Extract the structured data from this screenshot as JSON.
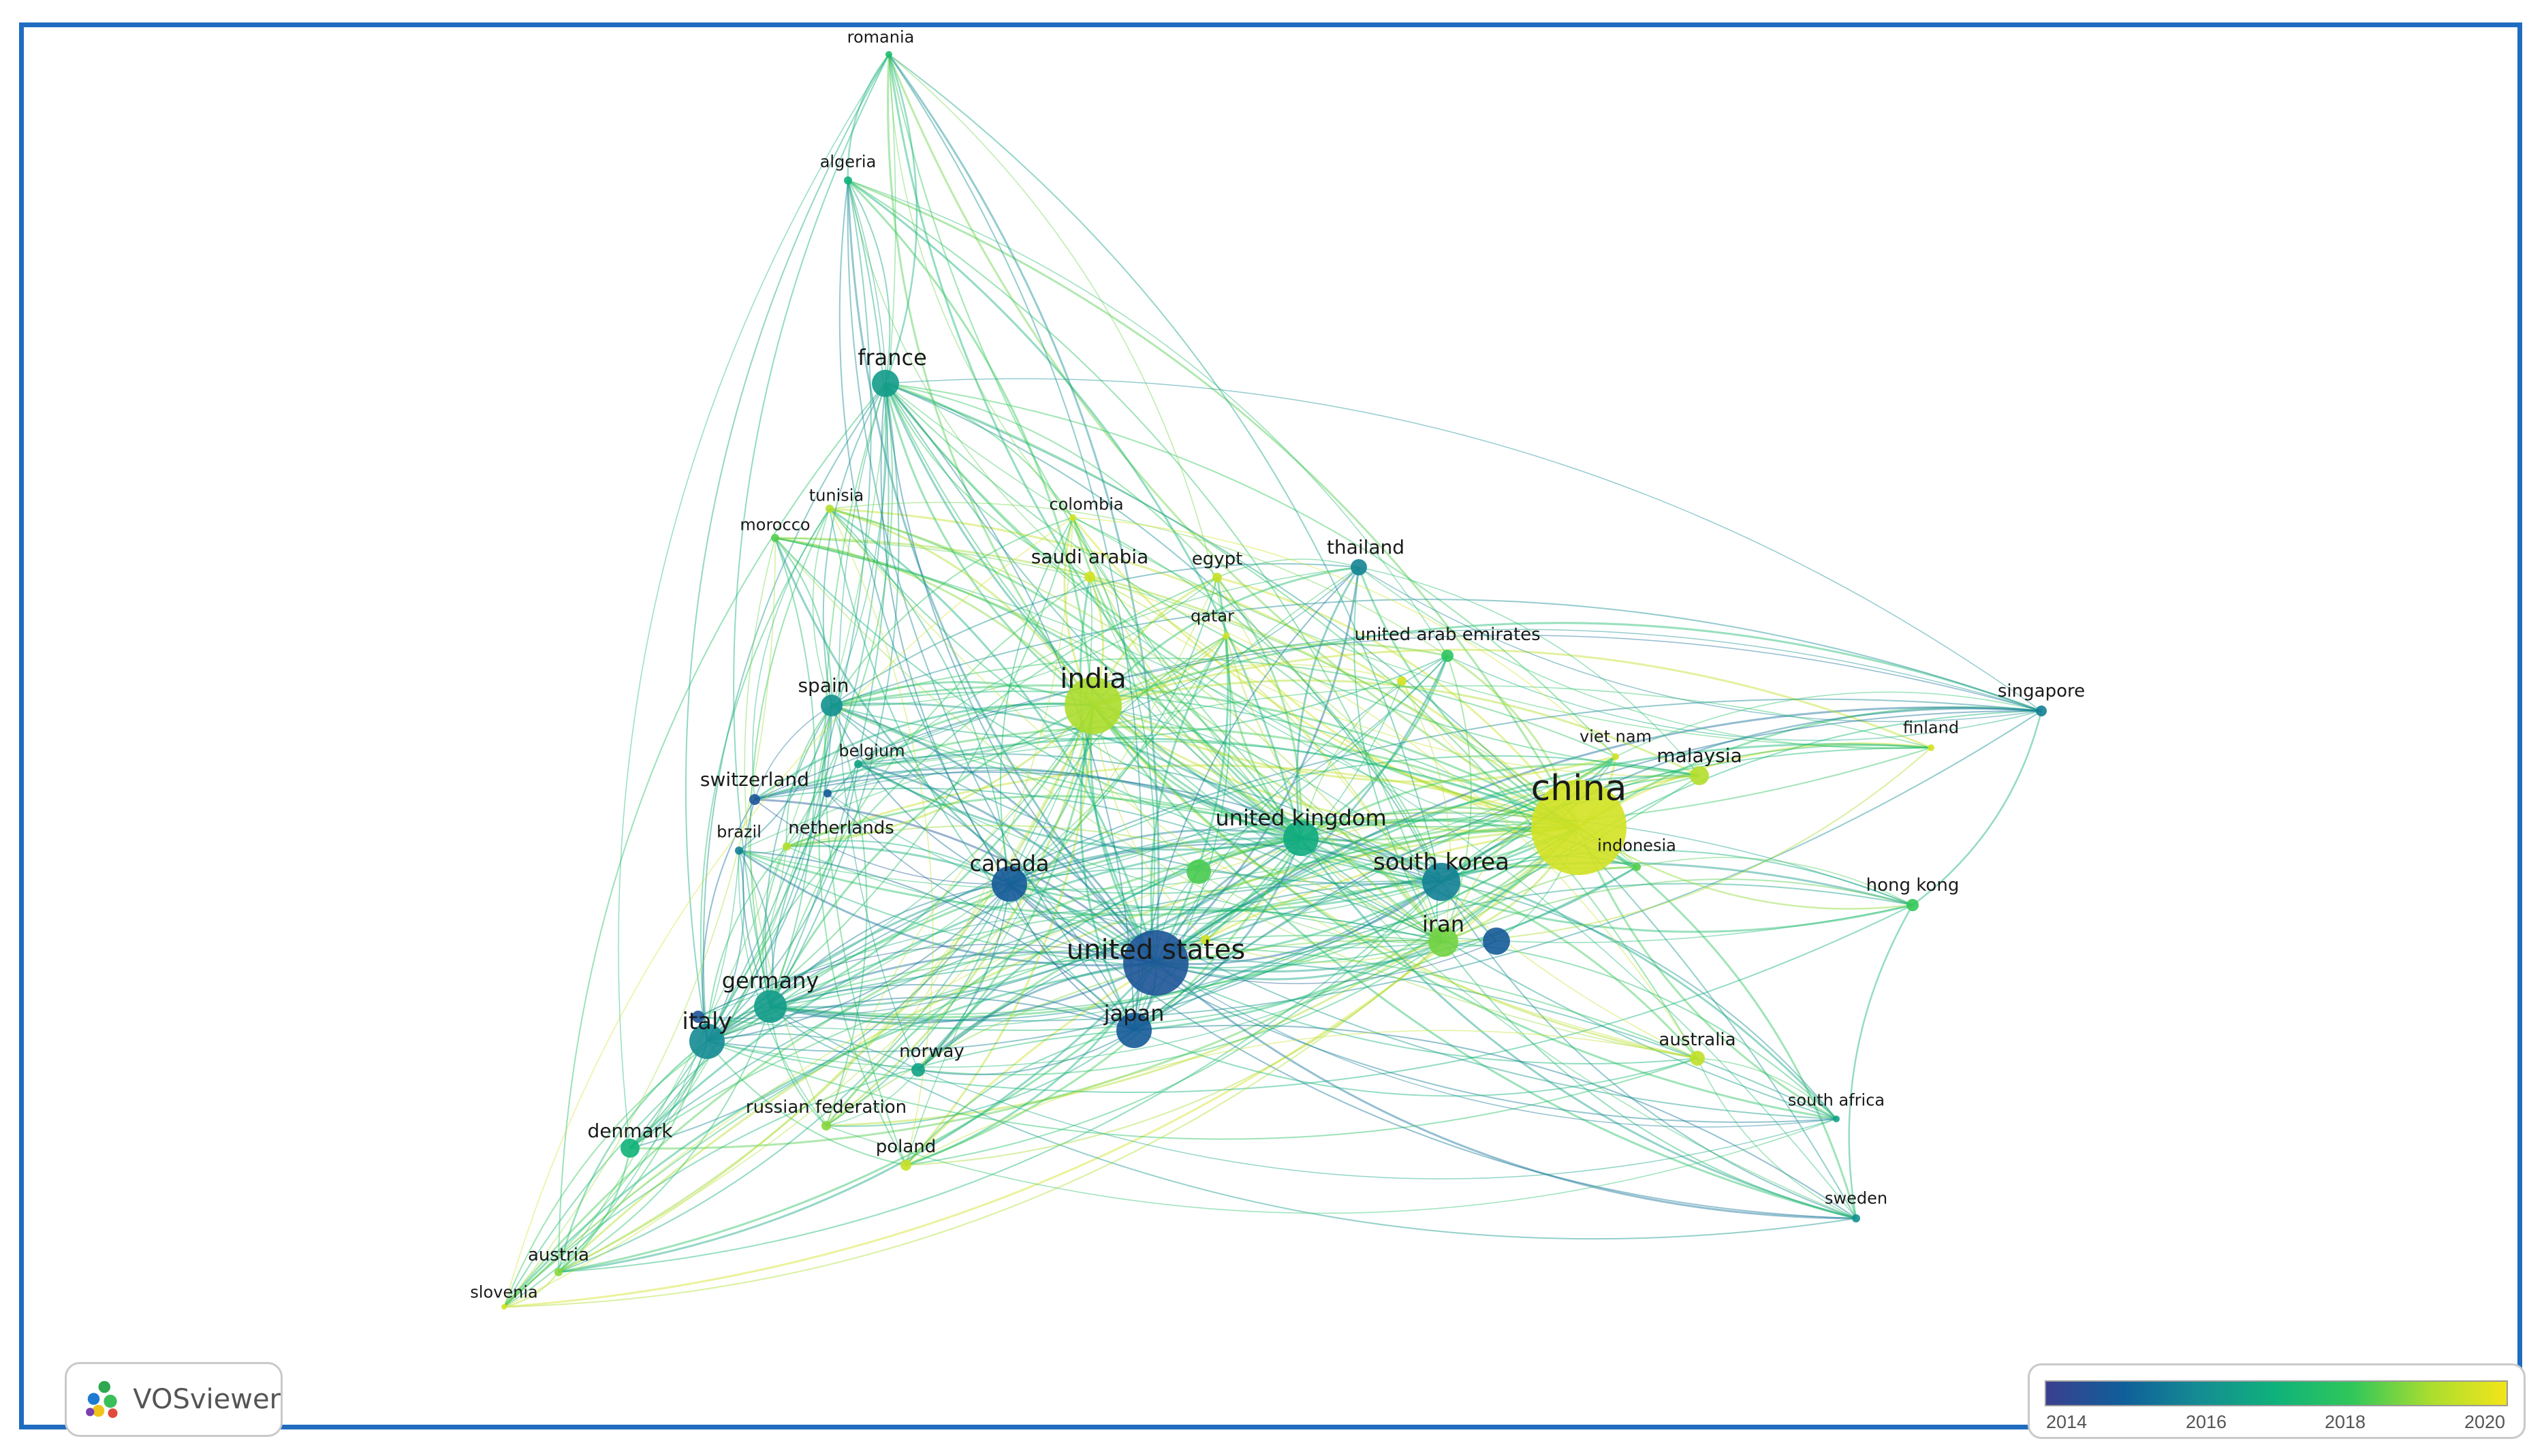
{
  "brand": {
    "name": "VOSviewer",
    "icon": "vosviewer-logo-icon"
  },
  "legend": {
    "ticks": [
      "2014",
      "2016",
      "2018",
      "2020"
    ],
    "gradient": [
      "#3b3f8f",
      "#0f5f9a",
      "#158c93",
      "#0fb27a",
      "#31c75a",
      "#a9dd2f",
      "#f3e51a"
    ]
  },
  "colors": {
    "frame": "#1f6cc0",
    "label": "#1a1a1a"
  },
  "nodes": [
    {
      "id": "romania",
      "label": "romania",
      "year": 2017.5
    },
    {
      "id": "algeria",
      "label": "algeria",
      "year": 2017.0
    },
    {
      "id": "france",
      "label": "france",
      "year": 2016.3
    },
    {
      "id": "tunisia",
      "label": "tunisia",
      "year": 2019.5
    },
    {
      "id": "colombia",
      "label": "colombia",
      "year": 2020.0
    },
    {
      "id": "morocco",
      "label": "morocco",
      "year": 2018.5
    },
    {
      "id": "thailand",
      "label": "thailand",
      "year": 2015.6
    },
    {
      "id": "saudi_arabia",
      "label": "saudi arabia",
      "year": 2020.0
    },
    {
      "id": "egypt",
      "label": "egypt",
      "year": 2019.8
    },
    {
      "id": "qatar",
      "label": "qatar",
      "year": 2020.0
    },
    {
      "id": "uae",
      "label": "united arab emirates",
      "year": 2018.0
    },
    {
      "id": "india",
      "label": "india",
      "year": 2019.4
    },
    {
      "id": "spain",
      "label": "spain",
      "year": 2016.0
    },
    {
      "id": "singapore",
      "label": "singapore",
      "year": 2015.5
    },
    {
      "id": "belgium",
      "label": "belgium",
      "year": 2016.5
    },
    {
      "id": "finland",
      "label": "finland",
      "year": 2020.0
    },
    {
      "id": "viet_nam",
      "label": "viet nam",
      "year": 2020.0
    },
    {
      "id": "malaysia",
      "label": "malaysia",
      "year": 2019.5
    },
    {
      "id": "switzerland",
      "label": "switzerland",
      "year": 2014.3
    },
    {
      "id": "china",
      "label": "china",
      "year": 2020.0
    },
    {
      "id": "brazil",
      "label": "brazil",
      "year": 2015.5
    },
    {
      "id": "netherlands",
      "label": "netherlands",
      "year": 2019.5
    },
    {
      "id": "united_kingdom",
      "label": "united kingdom",
      "year": 2016.8
    },
    {
      "id": "indonesia",
      "label": "indonesia",
      "year": 2018.5
    },
    {
      "id": "canada",
      "label": "canada",
      "year": 2014.5
    },
    {
      "id": "south_korea",
      "label": "south korea",
      "year": 2015.5
    },
    {
      "id": "hong_kong",
      "label": "hong kong",
      "year": 2018.2
    },
    {
      "id": "iran",
      "label": "iran",
      "year": 2018.8
    },
    {
      "id": "united_states",
      "label": "united states",
      "year": 2014.3
    },
    {
      "id": "germany",
      "label": "germany",
      "year": 2016.3
    },
    {
      "id": "italy",
      "label": "italy",
      "year": 2015.8
    },
    {
      "id": "japan",
      "label": "japan",
      "year": 2014.5
    },
    {
      "id": "norway",
      "label": "norway",
      "year": 2016.5
    },
    {
      "id": "australia",
      "label": "australia",
      "year": 2019.7
    },
    {
      "id": "russian_federation",
      "label": "russian federation",
      "year": 2019.0
    },
    {
      "id": "south_africa",
      "label": "south africa",
      "year": 2016.5
    },
    {
      "id": "denmark",
      "label": "denmark",
      "year": 2017.0
    },
    {
      "id": "poland",
      "label": "poland",
      "year": 2019.8
    },
    {
      "id": "sweden",
      "label": "sweden",
      "year": 2016.0
    },
    {
      "id": "austria",
      "label": "austria",
      "year": 2019.0
    },
    {
      "id": "slovenia",
      "label": "slovenia",
      "year": 2020.0
    }
  ]
}
